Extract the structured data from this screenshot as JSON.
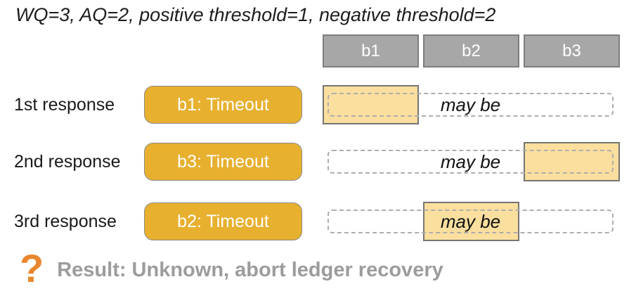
{
  "title": "WQ=3, AQ=2, positive threshold=1, negative threshold=2",
  "header": {
    "bookies": [
      {
        "label": "b1"
      },
      {
        "label": "b2"
      },
      {
        "label": "b3"
      }
    ]
  },
  "rows": [
    {
      "label": "1st response",
      "button_label": "b1: Timeout",
      "range_label": "may be",
      "highlight": "b1"
    },
    {
      "label": "2nd response",
      "button_label": "b3: Timeout",
      "range_label": "may be",
      "highlight": "b3"
    },
    {
      "label": "3rd response",
      "button_label": "b2: Timeout",
      "range_label": "may be",
      "highlight": "b2"
    }
  ],
  "result": {
    "icon": "?",
    "label": "Result: Unknown, abort ledger recovery"
  },
  "colors": {
    "amber_button": "#e8b02f",
    "pale_yellow_highlight": "#fbdf9e",
    "bookie_gray": "#a7a7a7",
    "bookie_border_gray": "#7e7e7e",
    "dashed_border_gray": "#aeaeae",
    "result_text_gray": "#9c9c9c",
    "question_orange": "#e8872e"
  }
}
